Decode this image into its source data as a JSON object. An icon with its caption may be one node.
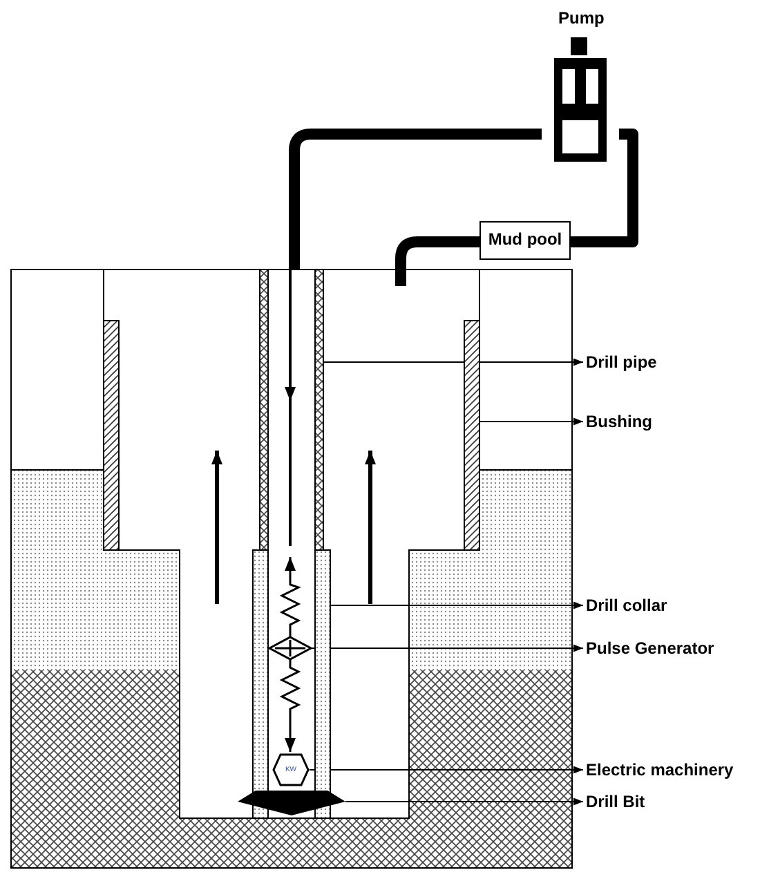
{
  "diagram": {
    "nodes": [
      {
        "text": [
          "Pump"
        ]
      },
      {
        "text": [
          "Mud pool"
        ]
      },
      {
        "text": [
          "Drill pipe"
        ]
      },
      {
        "text": [
          "Bushing"
        ]
      },
      {
        "text": [
          "Drill collar"
        ]
      },
      {
        "text": [
          "Pulse Generator"
        ]
      },
      {
        "text": [
          "Electric machinery"
        ]
      },
      {
        "text": [
          "Drill Bit"
        ]
      },
      {
        "text": [],
        "shape": "bar"
      },
      {
        "text": [],
        "shape": "bar"
      },
      {
        "text": [],
        "shape": "bar"
      },
      {
        "text": [],
        "shape": "diamond",
        "in": 10
      },
      {
        "text": [
          "KW"
        ],
        "in": 10
      },
      {
        "text": [],
        "shape": "wedge"
      },
      {
        "text": [],
        "shape": "bar"
      }
    ],
    "edges": [
      {
        "from": 0,
        "to": 9,
        "arrow": "none",
        "style": "thick"
      },
      {
        "from": 1,
        "to": 0,
        "arrow": "none",
        "style": "thick"
      },
      {
        "from": 1,
        "to": null,
        "arrow": "none",
        "style": "thick"
      },
      {
        "from": 9,
        "to": 2,
        "arrow": "to"
      },
      {
        "from": 14,
        "to": 3,
        "arrow": "to"
      },
      {
        "from": 10,
        "to": 4,
        "arrow": "to"
      },
      {
        "from": 11,
        "to": 5,
        "arrow": "to"
      },
      {
        "from": 12,
        "to": 6,
        "arrow": "to"
      },
      {
        "from": 13,
        "to": 7,
        "arrow": "to"
      },
      {
        "from": 11,
        "to": 9,
        "arrow": "to"
      },
      {
        "from": 11,
        "to": 12,
        "arrow": "to"
      }
    ]
  }
}
